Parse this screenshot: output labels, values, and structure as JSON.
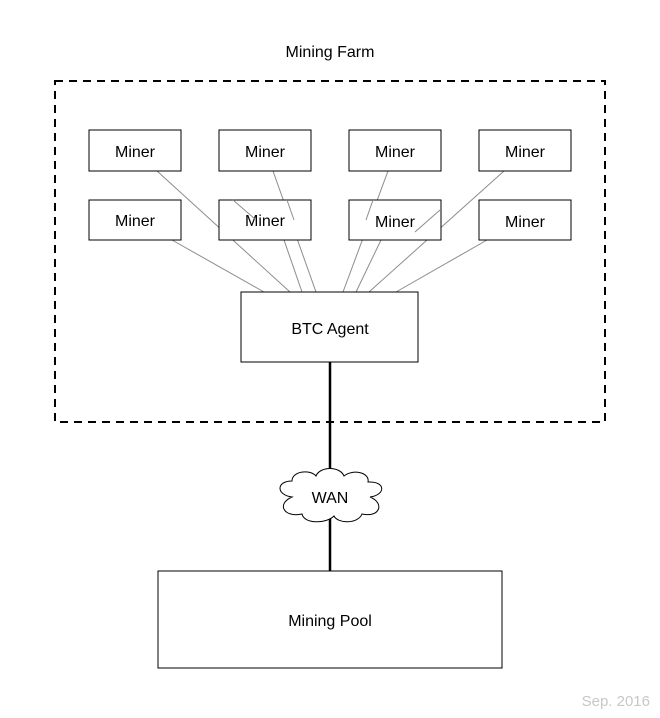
{
  "farm": {
    "title": "Mining Farm"
  },
  "miners": [
    {
      "label": "Miner"
    },
    {
      "label": "Miner"
    },
    {
      "label": "Miner"
    },
    {
      "label": "Miner"
    },
    {
      "label": "Miner"
    },
    {
      "label": "Miner"
    },
    {
      "label": "Miner"
    },
    {
      "label": "Miner"
    }
  ],
  "agent": {
    "label": "BTC Agent"
  },
  "wan": {
    "label": "WAN"
  },
  "pool": {
    "label": "Mining Pool"
  },
  "footer": {
    "date": "Sep. 2016"
  },
  "colors": {
    "stroke": "#000000",
    "connector": "#8c8c8c",
    "footer_text": "#c8c8c8",
    "background": "#ffffff"
  }
}
